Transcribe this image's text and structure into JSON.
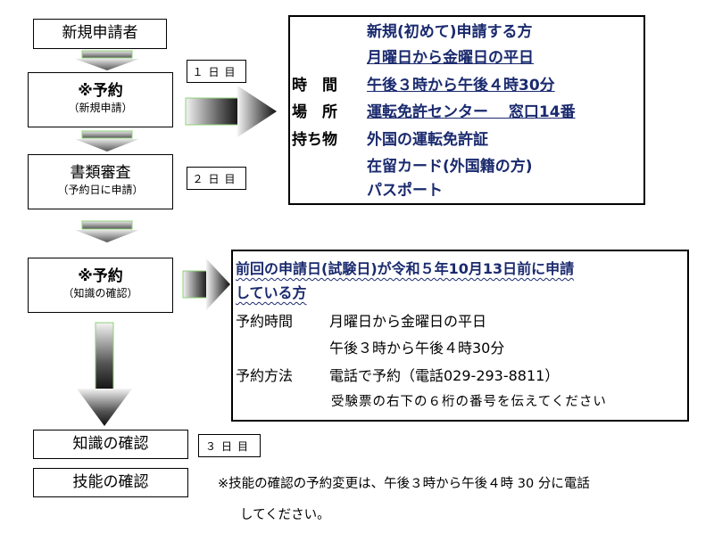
{
  "flow": {
    "step1": "新規申請者",
    "step2_title": "※予約",
    "step2_sub": "（新規申請）",
    "step3_title": "書類審査",
    "step3_sub": "（予約日に申請）",
    "step4_title": "※予約",
    "step4_sub": "（知識の確認）",
    "step5": "知識の確認",
    "step6": "技能の確認"
  },
  "days": {
    "day1": "１日目",
    "day2": "２日目",
    "day3": "３日目"
  },
  "panel_new": {
    "line1": "新規(初めて)申請する方",
    "line2": "月曜日から金曜日の平日",
    "time_label": "時　間",
    "time_value": "午後３時から午後４時30分",
    "place_label": "場　所",
    "place_value": "運転免許センター　 窓口14番",
    "items_label": "持ち物",
    "item1": "外国の運転免許証",
    "item2": "在留カード(外国籍の方)",
    "item3": "パスポート"
  },
  "panel_knowledge": {
    "heading1": "前回の申請日(試験日)が令和５年10月13日前に申請",
    "heading2": "している方",
    "time_label": "予約時間",
    "time_value1": "月曜日から金曜日の平日",
    "time_value2": "午後３時から午後４時30分",
    "method_label": "予約方法",
    "method_value": "電話で予約（電話029-293-8811）",
    "method_note": "受験票の右下の６桁の番号を伝えてください"
  },
  "footnote": {
    "line1": "※技能の確認の予約変更は、午後３時から午後４時 30 分に電話",
    "line2": "してください。"
  },
  "colors": {
    "accent_text": "#1a2a6e",
    "connector_green": "#8fd07a"
  }
}
